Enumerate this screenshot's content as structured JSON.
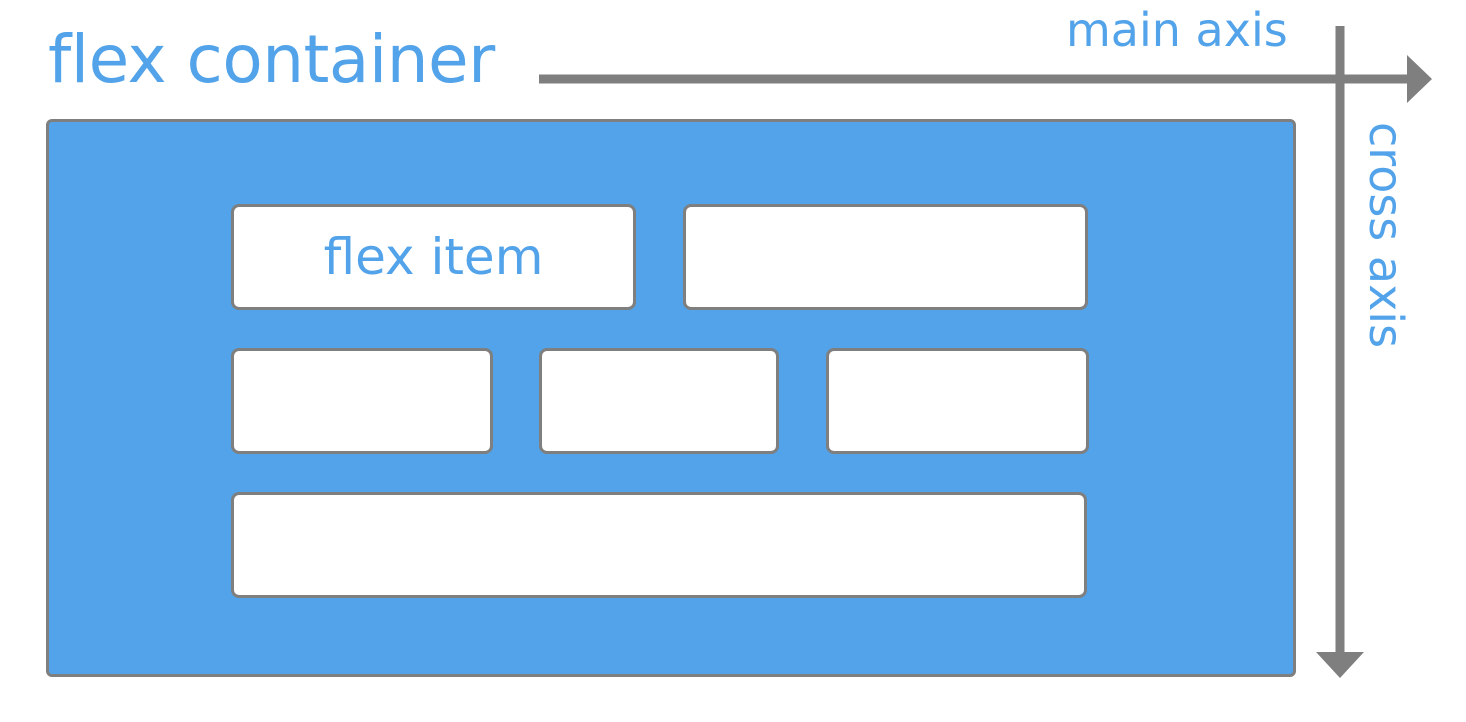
{
  "title": "flex container",
  "axes": {
    "main": "main axis",
    "cross": "cross axis"
  },
  "items": {
    "first_label": "flex item"
  },
  "colors": {
    "accent": "#52a3e9",
    "item_fill": "#ffffff",
    "border": "#7f7f7f",
    "arrow": "#7f7f7f"
  },
  "icons": {
    "main_axis": "arrow-right-icon",
    "cross_axis": "arrow-down-icon"
  }
}
